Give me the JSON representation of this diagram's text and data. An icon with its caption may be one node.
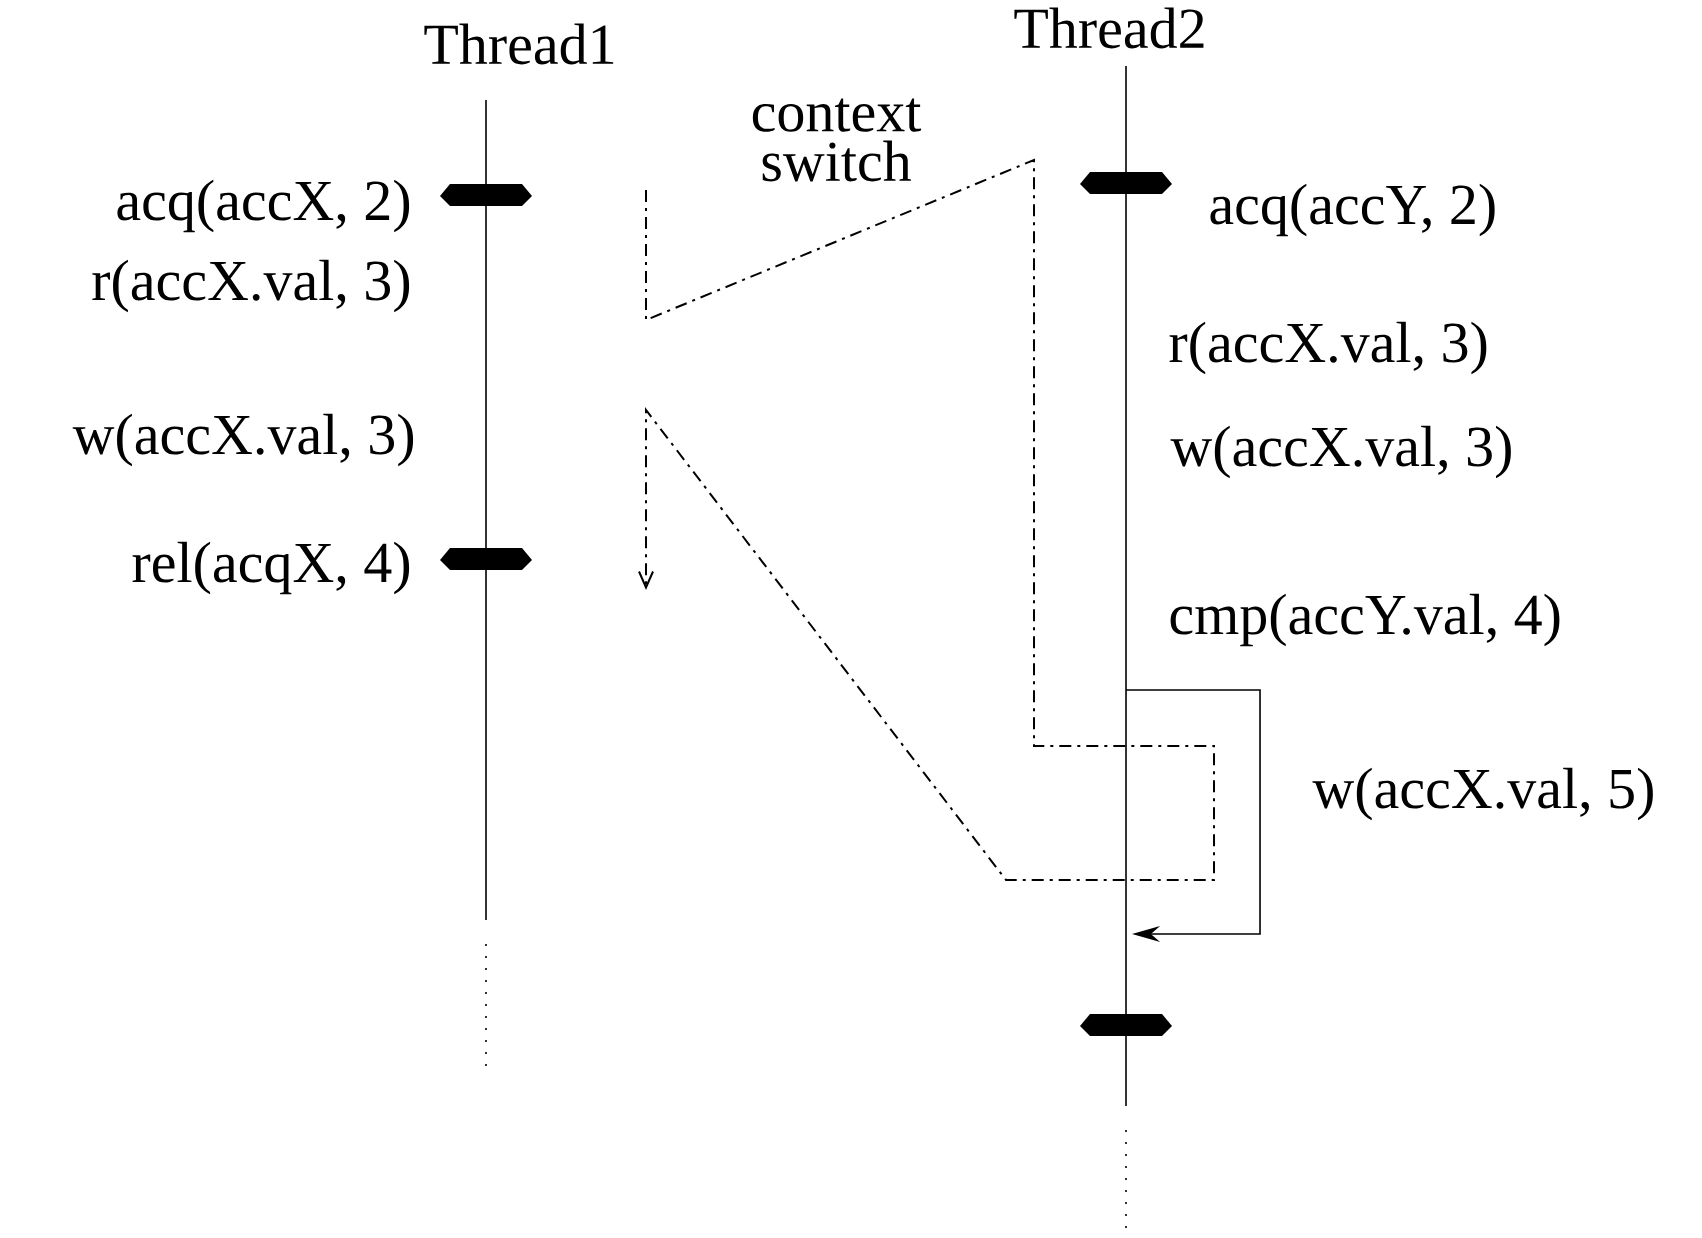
{
  "diagram": {
    "labels": [
      "Thread1",
      "Thread2",
      "context switch",
      "acq(accX, 2)",
      "acq(accY, 2)",
      "r(accX.val, 3)",
      "r(accX.val, 3)",
      "w(accX.val, 3)",
      "w(accX.val, 3)",
      "rel(acqX, 4)",
      "cmp(accY.val, 4)",
      "w(accX.val, 5)"
    ]
  }
}
